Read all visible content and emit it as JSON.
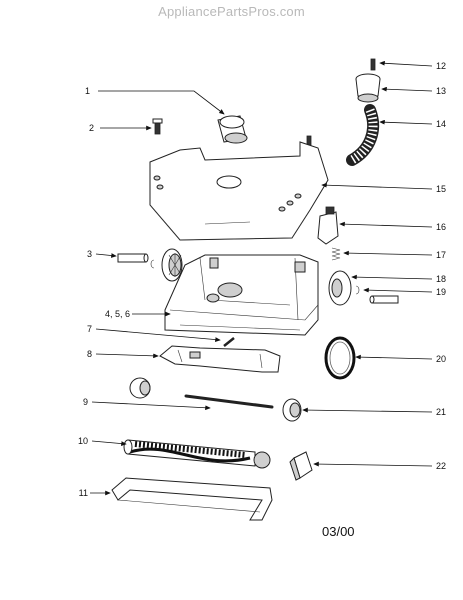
{
  "watermark": "AppliancePartsPros.com",
  "date_code": "03/00",
  "callouts": [
    "1",
    "2",
    "3",
    "4, 5, 6",
    "7",
    "8",
    "9",
    "10",
    "11",
    "12",
    "13",
    "14",
    "15",
    "16",
    "17",
    "18",
    "19",
    "20",
    "21",
    "22"
  ]
}
